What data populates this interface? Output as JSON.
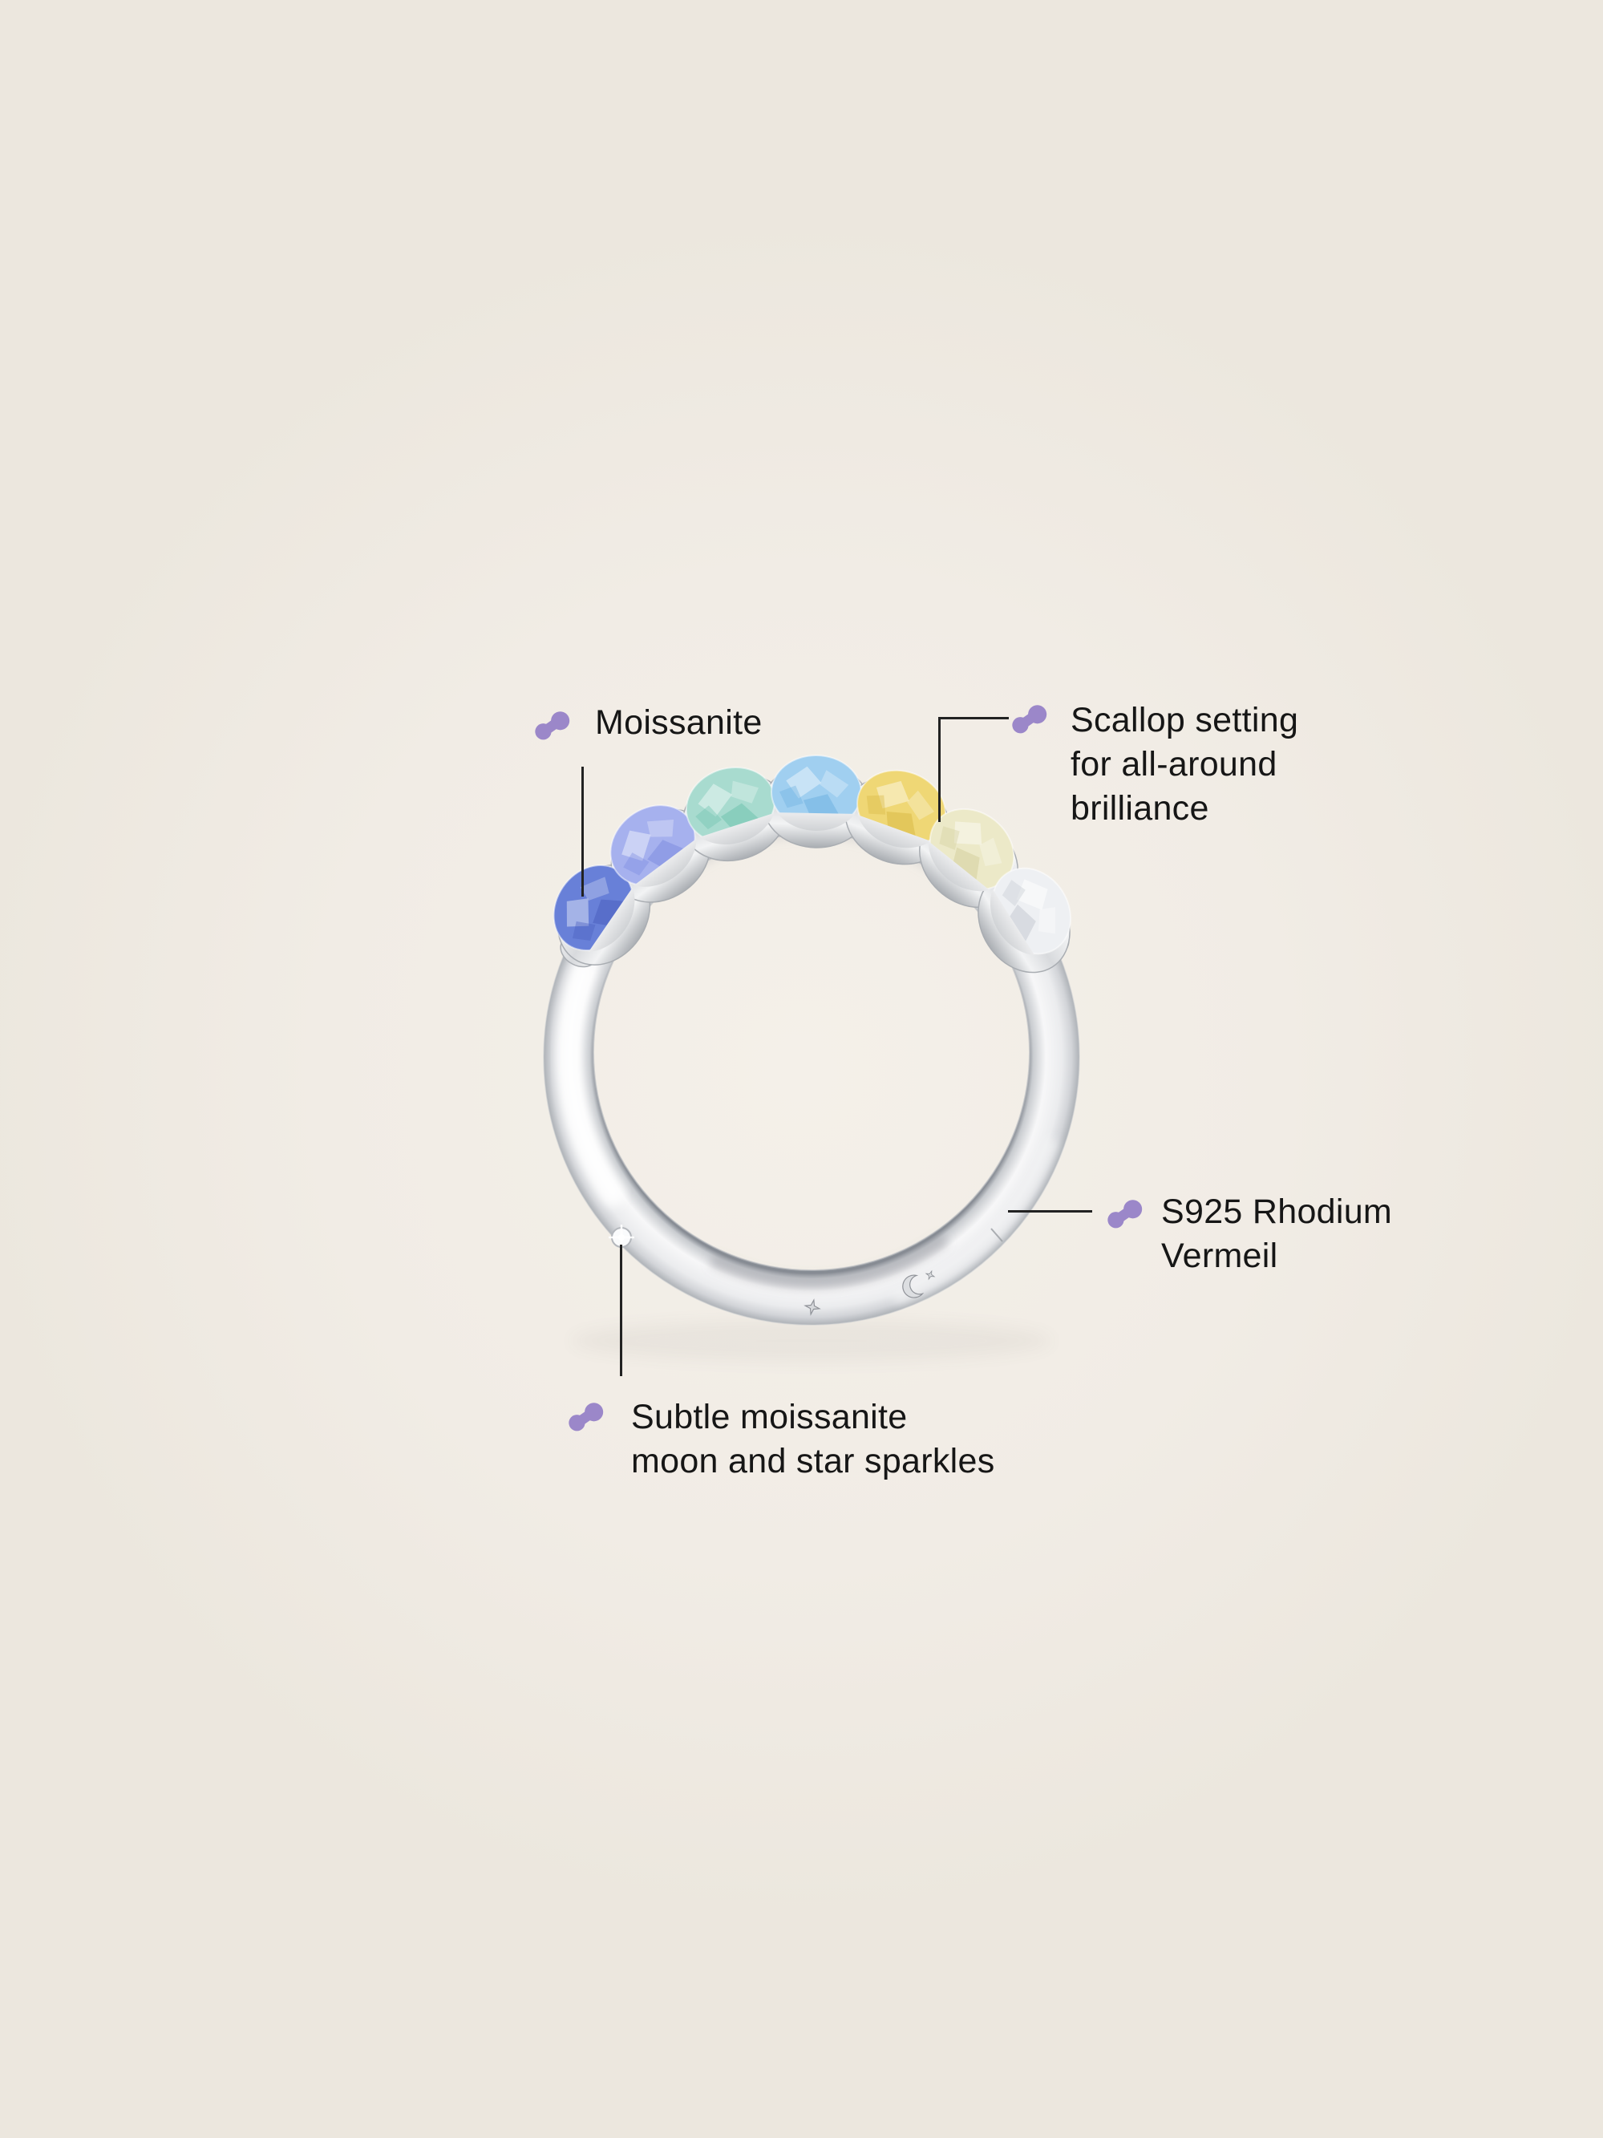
{
  "theme": {
    "background": "#f1ece5",
    "background_center": "#f4f0e9",
    "background_edge": "#ece7de",
    "accent_purple": "#9b87c9",
    "text_color": "#161616",
    "line_color": "#222222",
    "metal_light": "#f7f7f8",
    "metal_dark": "#aeb2b7"
  },
  "annotations": {
    "moissanite": {
      "lines": [
        "Moissanite"
      ]
    },
    "scallop": {
      "lines": [
        "Scallop setting",
        "for all-around",
        "brilliance"
      ]
    },
    "material": {
      "lines": [
        "S925 Rhodium",
        "Vermeil"
      ]
    },
    "sparkles": {
      "lines": [
        "Subtle moissanite",
        "moon and star sparkles"
      ]
    }
  },
  "bullet_icon": {
    "name": "squiggle-bullet-icon"
  },
  "ring": {
    "stones": [
      {
        "name": "blue-moissanite",
        "color": "#6880d8",
        "deep": "#4a5fc0"
      },
      {
        "name": "periwinkle-moissanite",
        "color": "#a6b1ee",
        "deep": "#7d8ce0"
      },
      {
        "name": "mint-moissanite",
        "color": "#a8dbcf",
        "deep": "#6fc2ae"
      },
      {
        "name": "sky-blue-moissanite",
        "color": "#a0cff0",
        "deep": "#6fb2e2"
      },
      {
        "name": "yellow-moissanite",
        "color": "#efd775",
        "deep": "#d9ba45"
      },
      {
        "name": "champagne-moissanite",
        "color": "#ece9c8",
        "deep": "#d5cf9e"
      },
      {
        "name": "white-moissanite",
        "color": "#eef0f3",
        "deep": "#c6cad2"
      }
    ],
    "engraving_marks": [
      "star",
      "moon-and-star",
      "tick"
    ],
    "accent_stone_color": "#fafbfc"
  }
}
